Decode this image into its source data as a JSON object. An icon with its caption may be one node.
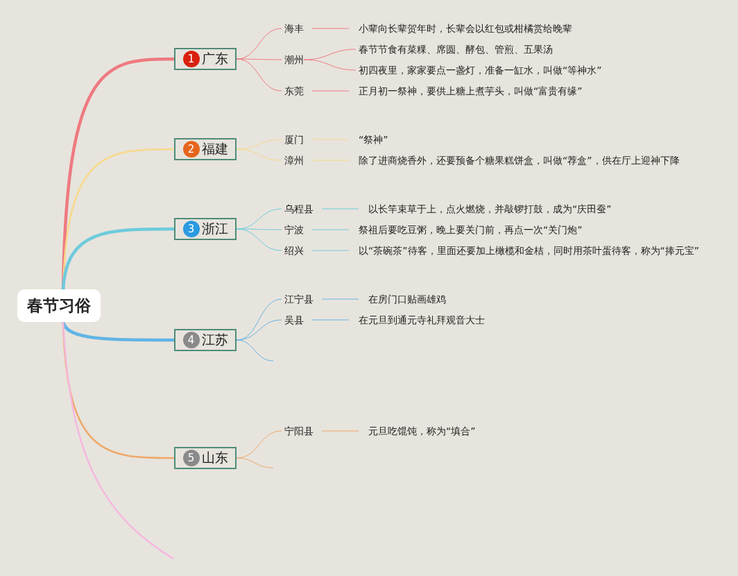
{
  "diagram": {
    "nodes": [
      {
        "text": [
          "春节习俗"
        ]
      },
      {
        "text": [
          "1",
          "广东"
        ]
      },
      {
        "text": [
          "海丰"
        ]
      },
      {
        "text": [
          "小辈向长辈贺年时，长辈会以红包或柑橘赏给晚辈"
        ]
      },
      {
        "text": [
          "潮州"
        ]
      },
      {
        "text": [
          "春节节食有菜粿、席圆、酵包、管煎、五果汤"
        ]
      },
      {
        "text": [
          "初四夜里，家家要点一盏灯，准备一缸水，叫做“等神水”"
        ]
      },
      {
        "text": [
          "东莞"
        ]
      },
      {
        "text": [
          "正月初一祭神，要供上糖上煮芋头，叫做“富贵有缘”"
        ]
      },
      {
        "text": [
          "2",
          "福建"
        ]
      },
      {
        "text": [
          "厦门"
        ]
      },
      {
        "text": [
          "“祭神”"
        ]
      },
      {
        "text": [
          "漳州"
        ]
      },
      {
        "text": [
          "除了进商烧香外，还要预备个糖果糕饼盒，叫做“荐盒”，供在厅上迎神下降"
        ]
      },
      {
        "text": [
          "3",
          "浙江"
        ]
      },
      {
        "text": [
          "乌程县"
        ]
      },
      {
        "text": [
          "以长竿束草于上，点火燃烧，并敲锣打鼓，成为“庆田蚕”"
        ]
      },
      {
        "text": [
          "宁波"
        ]
      },
      {
        "text": [
          "祭祖后要吃豆粥，晚上要关门前，再点一次“关门炮”"
        ]
      },
      {
        "text": [
          "绍兴"
        ]
      },
      {
        "text": [
          "以“茶碗茶”待客，里面还要加上橄榄和金桔，同时用茶叶蛋待客，称为“捧元宝”"
        ]
      },
      {
        "text": [
          "4",
          "江苏"
        ]
      },
      {
        "text": [
          "江宁县"
        ]
      },
      {
        "text": [
          "在房门口贴画雄鸡"
        ]
      },
      {
        "text": [
          "吴县"
        ]
      },
      {
        "text": [
          "在元旦到通元寺礼拜观音大士"
        ]
      },
      {
        "text": [
          "5",
          "山东"
        ]
      },
      {
        "text": [
          "宁阳县"
        ]
      },
      {
        "text": [
          "元旦吃馄饨，称为“填合”"
        ]
      }
    ],
    "edges": [
      {
        "from": 0,
        "to": 1,
        "arrow": "none",
        "style": "thick",
        "color": "#ee7a80"
      },
      {
        "from": 0,
        "to": 9,
        "arrow": "none",
        "color": "#f8d98a"
      },
      {
        "from": 0,
        "to": 14,
        "arrow": "none",
        "style": "thick",
        "color": "#6ecbdc"
      },
      {
        "from": 0,
        "to": 21,
        "arrow": "none",
        "style": "thick",
        "color": "#62b4e6"
      },
      {
        "from": 0,
        "to": 26,
        "arrow": "none",
        "color": "#eea86a"
      },
      {
        "from": 0,
        "to": null,
        "arrow": "none",
        "color": "#f5b8e0"
      },
      {
        "from": 1,
        "to": 2,
        "arrow": "none",
        "color": "#ee7a80"
      },
      {
        "from": 1,
        "to": 4,
        "arrow": "none",
        "color": "#ee7a80"
      },
      {
        "from": 1,
        "to": 7,
        "arrow": "none",
        "color": "#ee7a80"
      },
      {
        "from": 2,
        "to": 3,
        "arrow": "none",
        "color": "#ee7a80"
      },
      {
        "from": 4,
        "to": 5,
        "arrow": "none",
        "color": "#ee7a80"
      },
      {
        "from": 4,
        "to": 6,
        "arrow": "none",
        "color": "#ee7a80"
      },
      {
        "from": 7,
        "to": 8,
        "arrow": "none",
        "color": "#ee7a80"
      },
      {
        "from": 9,
        "to": 10,
        "arrow": "none",
        "color": "#f8d98a"
      },
      {
        "from": 9,
        "to": 12,
        "arrow": "none",
        "color": "#f8d98a"
      },
      {
        "from": 10,
        "to": 11,
        "arrow": "none",
        "color": "#f8d98a"
      },
      {
        "from": 12,
        "to": 13,
        "arrow": "none",
        "color": "#f8d98a"
      },
      {
        "from": 14,
        "to": 15,
        "arrow": "none",
        "color": "#6ecbdc"
      },
      {
        "from": 14,
        "to": 17,
        "arrow": "none",
        "color": "#6ecbdc"
      },
      {
        "from": 14,
        "to": 19,
        "arrow": "none",
        "color": "#6ecbdc"
      },
      {
        "from": 15,
        "to": 16,
        "arrow": "none",
        "color": "#6ecbdc"
      },
      {
        "from": 17,
        "to": 18,
        "arrow": "none",
        "color": "#6ecbdc"
      },
      {
        "from": 19,
        "to": 20,
        "arrow": "none",
        "color": "#6ecbdc"
      },
      {
        "from": 21,
        "to": 22,
        "arrow": "none",
        "color": "#62b4e6"
      },
      {
        "from": 21,
        "to": 24,
        "arrow": "none",
        "color": "#62b4e6"
      },
      {
        "from": 21,
        "to": null,
        "arrow": "none",
        "color": "#62b4e6"
      },
      {
        "from": 22,
        "to": 23,
        "arrow": "none",
        "color": "#62b4e6"
      },
      {
        "from": 24,
        "to": 25,
        "arrow": "none",
        "color": "#62b4e6"
      },
      {
        "from": 26,
        "to": 27,
        "arrow": "none",
        "color": "#eea86a"
      },
      {
        "from": 26,
        "to": null,
        "arrow": "none",
        "color": "#eea86a"
      },
      {
        "from": 27,
        "to": 28,
        "arrow": "none",
        "color": "#eea86a"
      }
    ]
  }
}
